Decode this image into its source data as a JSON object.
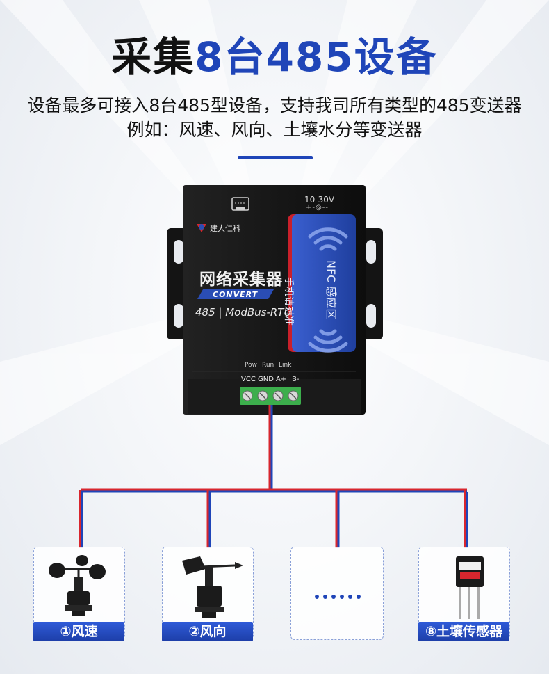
{
  "header": {
    "title_part1": "采集",
    "title_part2": "8台485设备"
  },
  "subtitle": {
    "line1": "设备最多可接入8台485型设备，支持我司所有类型的485变送器",
    "line2": "例如：风速、风向、土壤水分等变送器"
  },
  "device": {
    "brand": "建大仁科",
    "name": "网络采集器",
    "badge": "CONVERT",
    "protocol": "485 | ModBus-RTU",
    "power_label": "10-30V",
    "power_symbol": "+-◎--",
    "nfc_line1": "手机请对准",
    "nfc_line2": "NFC 感应区",
    "leds": [
      "Pow",
      "Run",
      "Link"
    ],
    "terminals": [
      "VCC",
      "GND",
      "A+",
      "B-"
    ]
  },
  "sensors": [
    {
      "label": "①风速",
      "icon": "anemometer-icon"
    },
    {
      "label": "②风向",
      "icon": "wind-vane-icon"
    },
    {
      "label": "......",
      "icon": "ellipsis-icon"
    },
    {
      "label": "⑧土壤传感器",
      "icon": "soil-sensor-icon"
    }
  ],
  "colors": {
    "accent_blue": "#1f45b8",
    "wire_red": "#d8262e",
    "wire_blue": "#1f45b8",
    "device_body": "#1b1b1b",
    "nfc_panel": "#2a4db5",
    "terminal_green": "#3cae4c"
  }
}
